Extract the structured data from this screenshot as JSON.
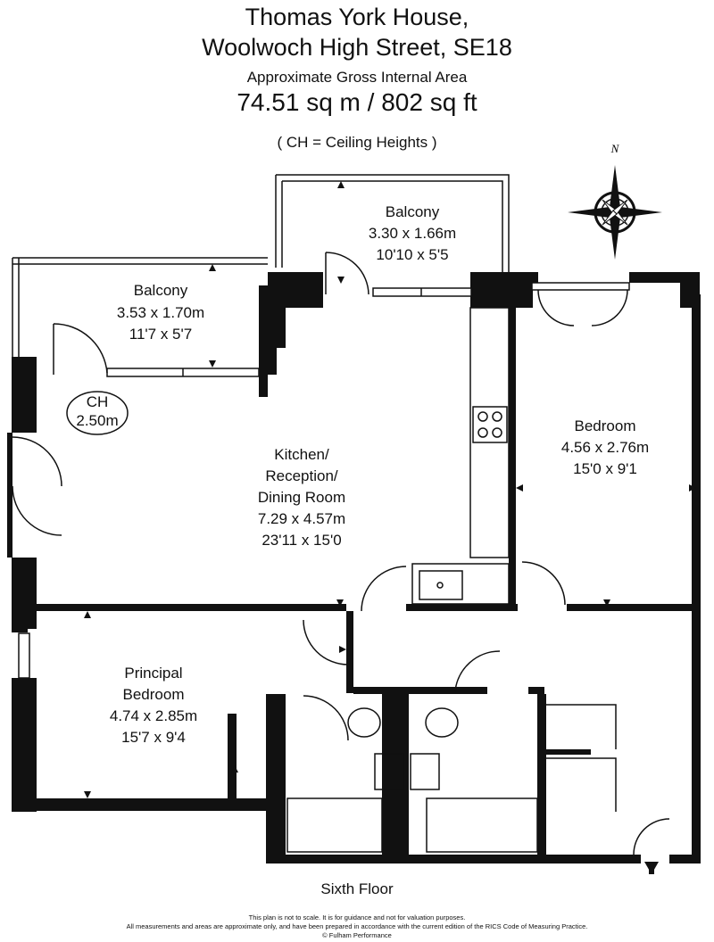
{
  "header": {
    "title_line1": "Thomas York House,",
    "title_line2": "Woolwoch High Street, SE18",
    "area_label": "Approximate Gross Internal Area",
    "area_value": "74.51 sq m  /  802 sq ft",
    "legend_note": "( CH = Ceiling Heights )"
  },
  "compass": {
    "north_label": "N",
    "icon": "compass-rose-icon"
  },
  "rooms": {
    "balcony_left": {
      "name": "Balcony",
      "metric": "3.53 x 1.70m",
      "imperial": "11'7 x 5'7"
    },
    "balcony_top": {
      "name": "Balcony",
      "metric": "3.30 x 1.66m",
      "imperial": "10'10 x 5'5"
    },
    "kitchen": {
      "name_line1": "Kitchen/",
      "name_line2": "Reception/",
      "name_line3": "Dining Room",
      "metric": "7.29 x 4.57m",
      "imperial": "23'11 x 15'0"
    },
    "bedroom": {
      "name": "Bedroom",
      "metric": "4.56 x 2.76m",
      "imperial": "15'0 x 9'1"
    },
    "principal_bedroom": {
      "name_line1": "Principal",
      "name_line2": "Bedroom",
      "metric": "4.74 x 2.85m",
      "imperial": "15'7 x 9'4"
    }
  },
  "ceiling_height": {
    "label": "CH",
    "value": "2.50m"
  },
  "floor_label": "Sixth Floor",
  "footer": {
    "line1": "This plan is not to scale. It is for guidance and not for valuation purposes.",
    "line2": "All measurements and areas are approximate only, and have been prepared in accordance with the current edition of the RICS Code of Measuring Practice.",
    "line3": "© Fulham Performance"
  }
}
